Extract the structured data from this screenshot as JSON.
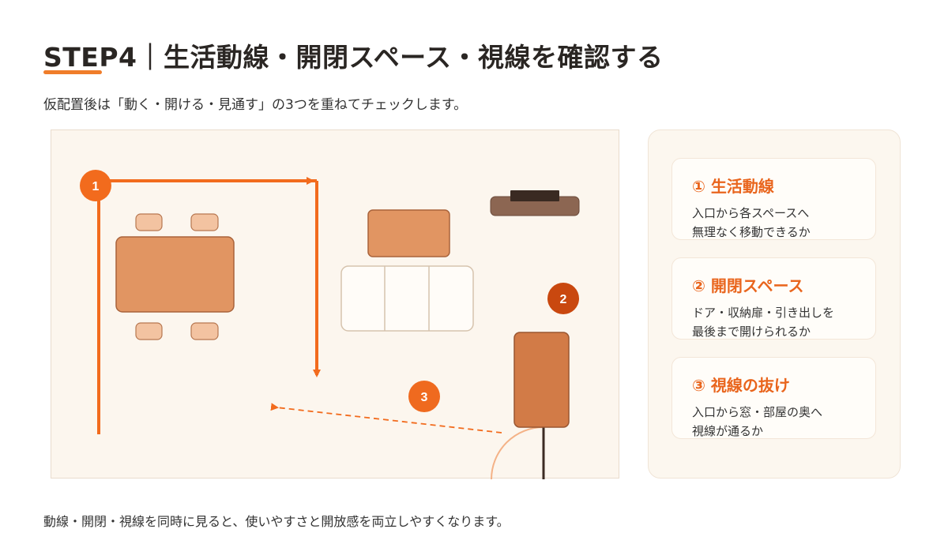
{
  "header": {
    "title": "STEP4｜生活動線・開閉スペース・視線を確認する",
    "subtitle": "仮配置後は「動く・開ける・見通す」の3つを重ねてチェックします。"
  },
  "diagram": {
    "markers": [
      {
        "label": "1",
        "color": "#f26b1d"
      },
      {
        "label": "2",
        "color": "#c9480f"
      },
      {
        "label": "3",
        "color": "#ef6a1f"
      }
    ]
  },
  "panel": {
    "cards": [
      {
        "title": "① 生活動線",
        "line1": "入口から各スペースへ",
        "line2": "無理なく移動できるか"
      },
      {
        "title": "② 開閉スペース",
        "line1": "ドア・収納扉・引き出しを",
        "line2": "最後まで開けられるか"
      },
      {
        "title": "③ 視線の抜け",
        "line1": "入口から窓・部屋の奥へ",
        "line2": "視線が通るか"
      }
    ]
  },
  "footer": {
    "text": "動線・開閉・視線を同時に見ると、使いやすさと開放感を両立しやすくなります。"
  },
  "colors": {
    "accent": "#f07d2a",
    "furniture": "#e19562",
    "furniture_border": "#a9633b"
  }
}
